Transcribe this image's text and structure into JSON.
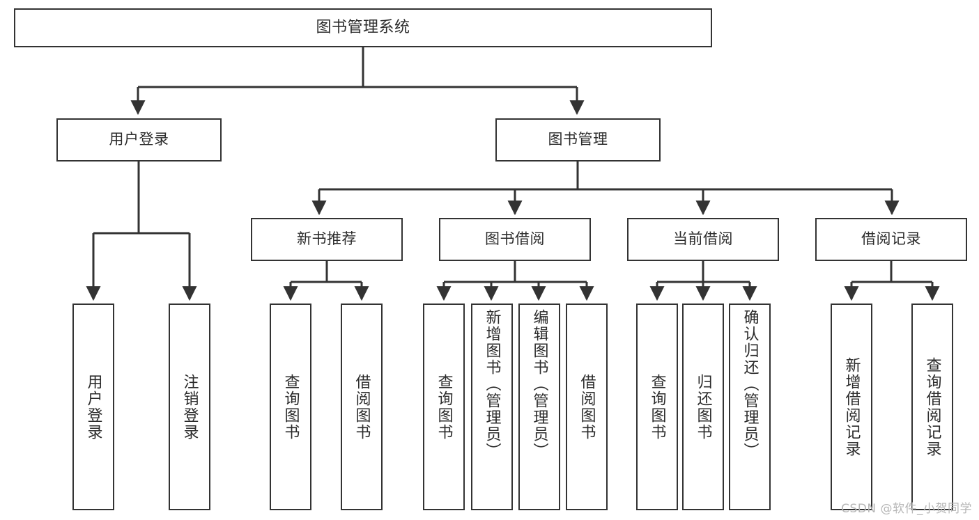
{
  "diagram": {
    "title": "图书管理系统",
    "type": "tree-hierarchy-diagram",
    "root": {
      "label": "图书管理系统"
    },
    "level1": [
      {
        "label": "用户登录"
      },
      {
        "label": "图书管理"
      }
    ],
    "level2": [
      {
        "label": "新书推荐"
      },
      {
        "label": "图书借阅"
      },
      {
        "label": "当前借阅"
      },
      {
        "label": "借阅记录"
      }
    ],
    "leaves": [
      {
        "label": "用户登录"
      },
      {
        "label": "注销登录"
      },
      {
        "label": "查询图书"
      },
      {
        "label": "借阅图书"
      },
      {
        "label": "查询图书"
      },
      {
        "label": "新增图书（管理员）"
      },
      {
        "label": "编辑图书（管理员）"
      },
      {
        "label": "借阅图书"
      },
      {
        "label": "查询图书"
      },
      {
        "label": "归还图书"
      },
      {
        "label": "确认归还（管理员）"
      },
      {
        "label": "新增借阅记录"
      },
      {
        "label": "查询借阅记录"
      }
    ],
    "watermark": "CSDN @软件_小贺同学",
    "colors": {
      "stroke": "#333333",
      "text": "#2b2b2b",
      "background": "#ffffff",
      "watermark": "#b6b6b6"
    }
  }
}
